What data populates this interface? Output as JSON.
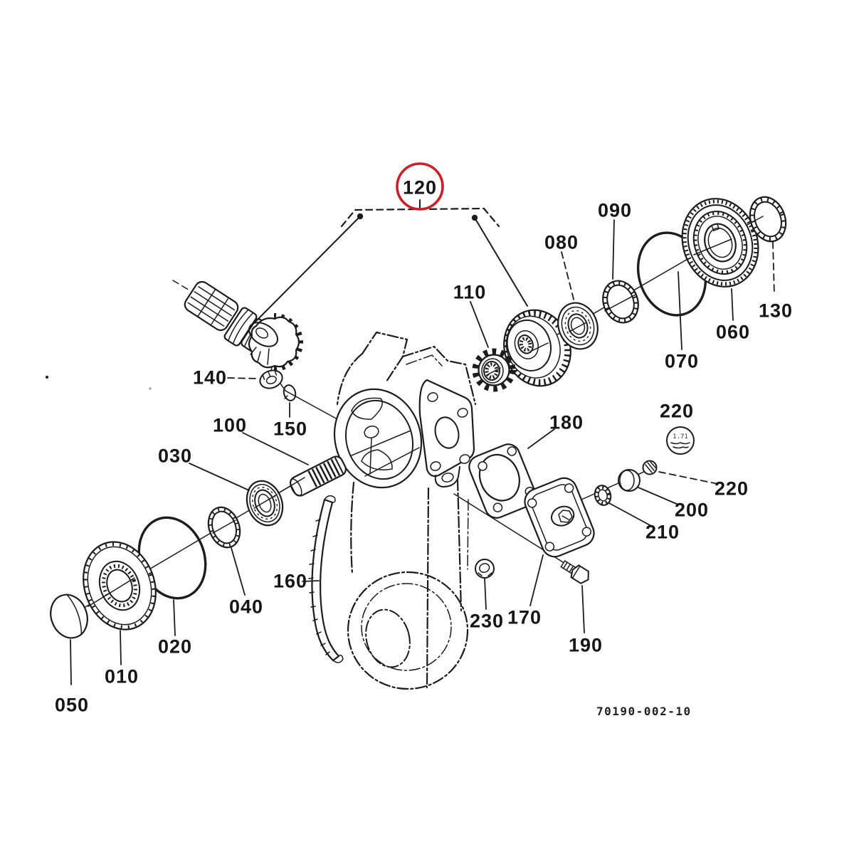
{
  "diagram": {
    "drawing_number": "70190-002-10",
    "highlighted_ref": "120",
    "detail_circle_marking": "1.71",
    "callouts": [
      {
        "ref": "120",
        "highlighted": true
      },
      {
        "ref": "110"
      },
      {
        "ref": "080"
      },
      {
        "ref": "090"
      },
      {
        "ref": "070"
      },
      {
        "ref": "060"
      },
      {
        "ref": "130"
      },
      {
        "ref": "140"
      },
      {
        "ref": "100"
      },
      {
        "ref": "150"
      },
      {
        "ref": "030"
      },
      {
        "ref": "040"
      },
      {
        "ref": "020"
      },
      {
        "ref": "010"
      },
      {
        "ref": "050"
      },
      {
        "ref": "160"
      },
      {
        "ref": "230"
      },
      {
        "ref": "170"
      },
      {
        "ref": "190"
      },
      {
        "ref": "180"
      },
      {
        "ref": "210"
      },
      {
        "ref": "200"
      },
      {
        "ref": "220"
      },
      {
        "ref": "220"
      }
    ]
  }
}
